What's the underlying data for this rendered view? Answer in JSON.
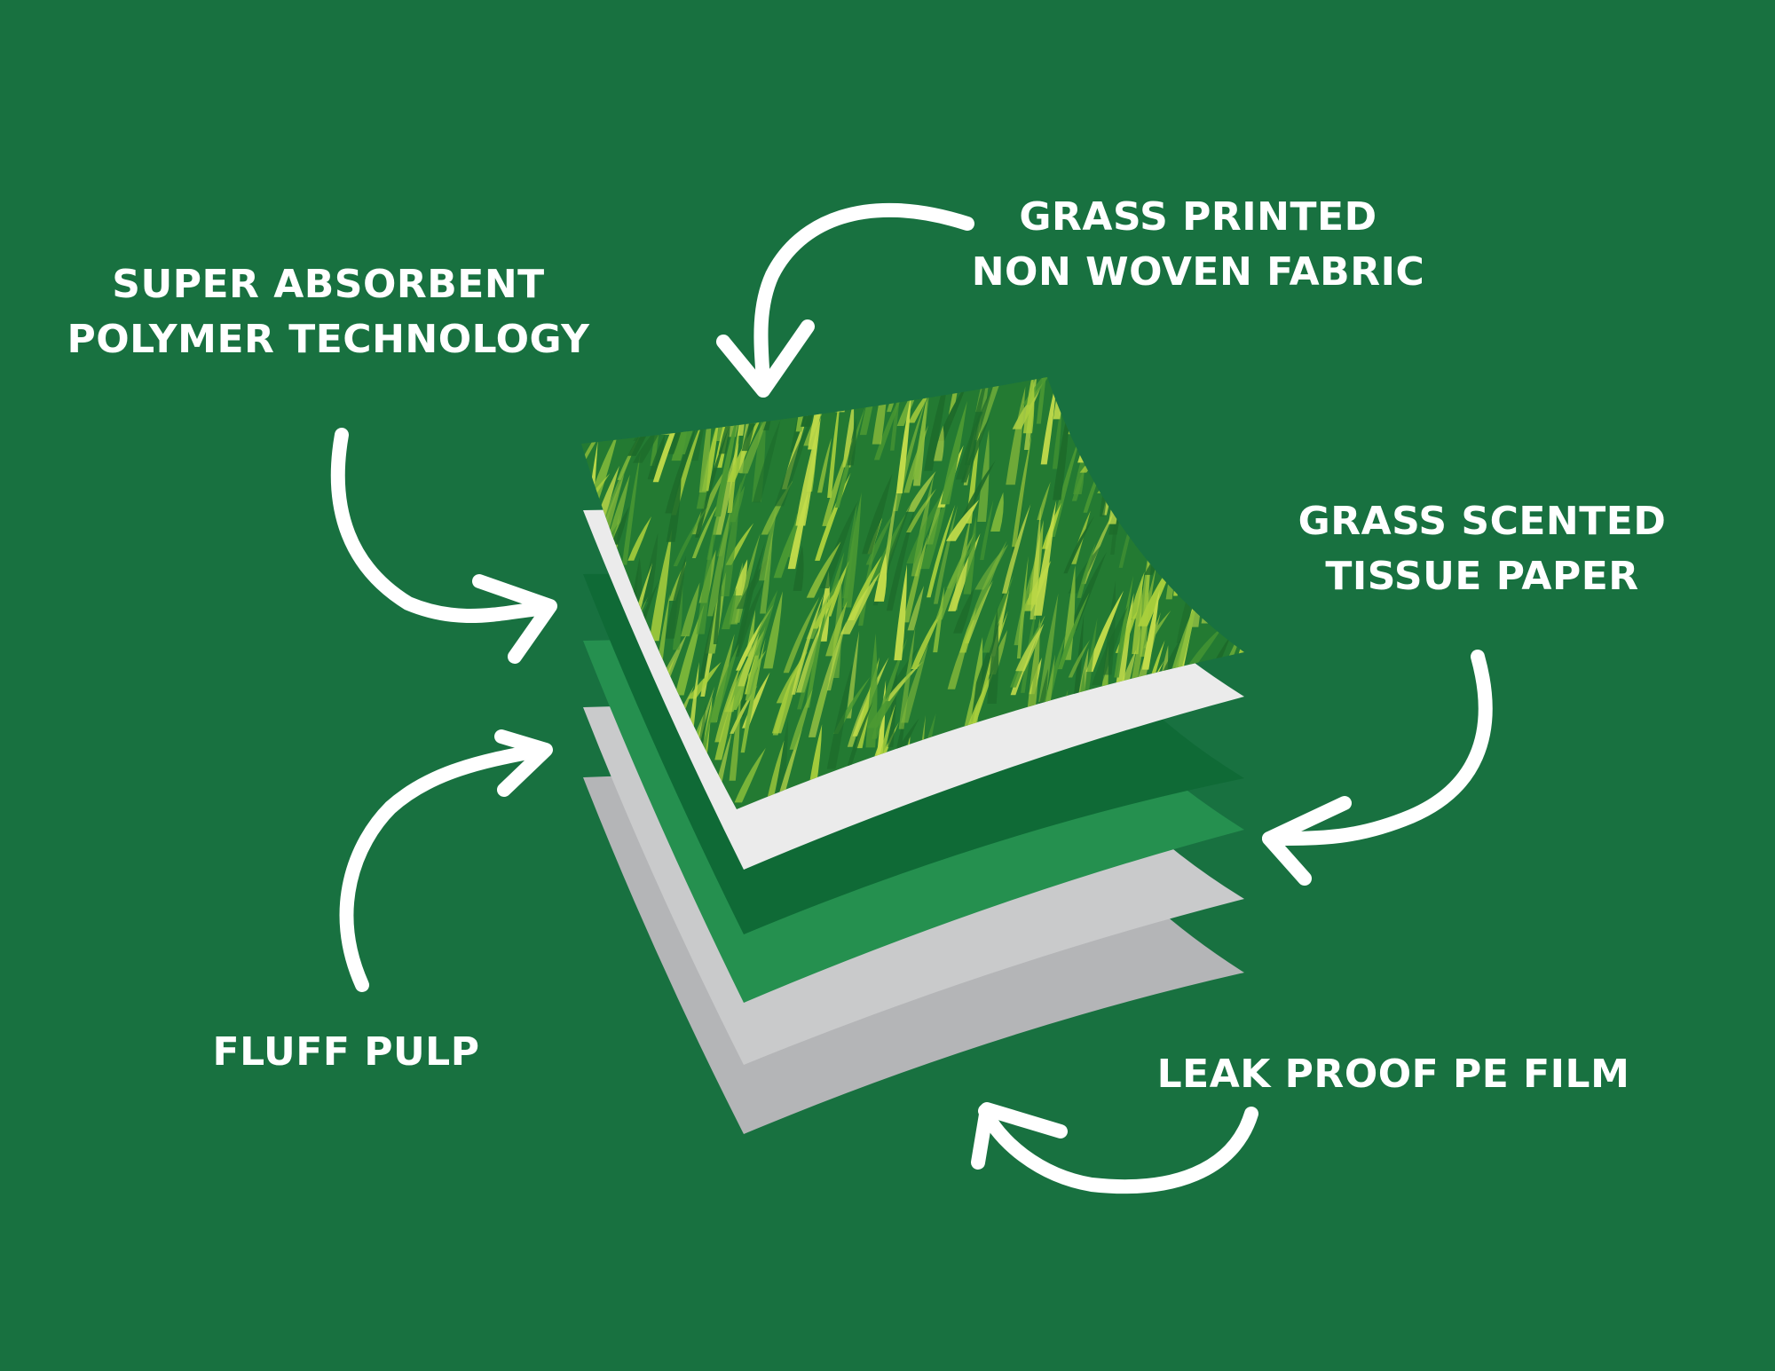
{
  "colors": {
    "background": "#187140",
    "arrow": "#ffffff",
    "grass_dark": "#237a32",
    "grass_light": "#a9cf3c",
    "tissue": "#ebebeb",
    "polymer": "#0f6a36",
    "fluff": "#25904f",
    "film_top": "#c9cacb",
    "film_bottom": "#b4b5b7"
  },
  "layers": [
    {
      "label_lines": [
        "GRASS PRINTED",
        "NON WOVEN FABRIC"
      ]
    },
    {
      "label_lines": [
        "GRASS SCENTED",
        "TISSUE PAPER"
      ]
    },
    {
      "label_lines": [
        "SUPER ABSORBENT",
        "POLYMER TECHNOLOGY"
      ]
    },
    {
      "label_lines": [
        "FLUFF PULP"
      ]
    },
    {
      "label_lines": [
        "LEAK PROOF PE FILM"
      ]
    }
  ],
  "icons": {
    "arrow": "curved-arrow-icon"
  }
}
